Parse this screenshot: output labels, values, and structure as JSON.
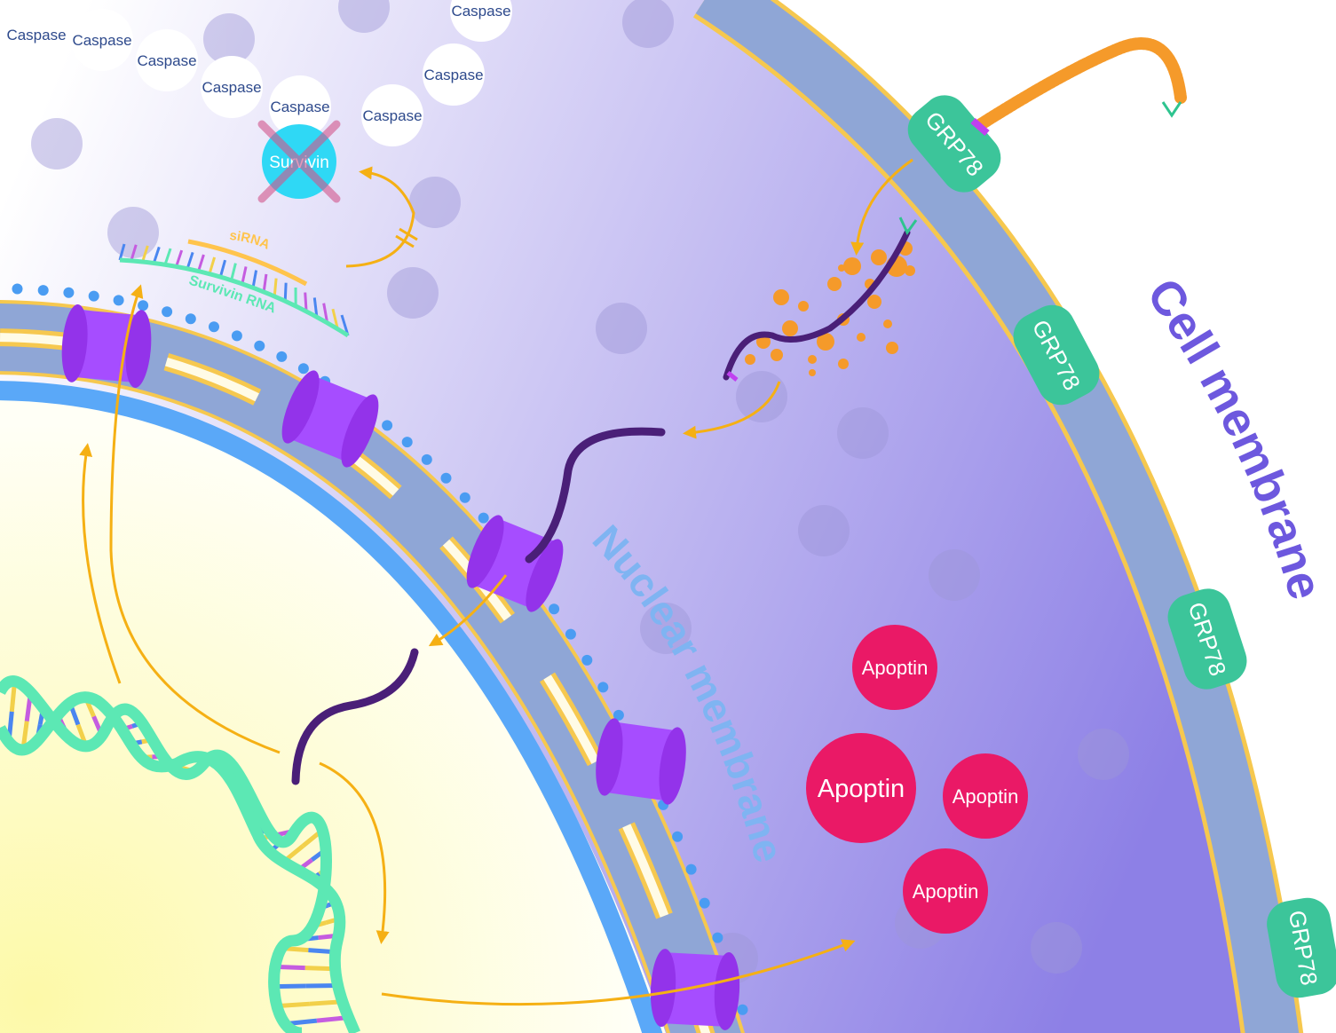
{
  "labels": {
    "cell_membrane": "Cell membrane",
    "nuclear_membrane": "Nuclear membrane",
    "sirna": "siRNA",
    "survivin_rna": "Survivin RNA",
    "survivin": "Survivin"
  },
  "caspases": [
    "Caspase",
    "Caspase",
    "Caspase",
    "Caspase",
    "Caspase",
    "Caspase",
    "Caspase",
    "Caspase"
  ],
  "grp78": [
    "GRP78",
    "GRP78",
    "GRP78",
    "GRP78"
  ],
  "apoptins": [
    "Apoptin",
    "Apoptin",
    "Apoptin",
    "Apoptin"
  ],
  "colors": {
    "cytoplasm": "#9b8ee8",
    "cell_membrane": "#8fa6d6",
    "membrane_edge": "#f6c84f",
    "nucleus": "#fffde0",
    "nuclear_membrane": "#8fa6d6",
    "nuclear_inner": "#5aa8f8",
    "pore": "#9333ea",
    "grp78": "#3cc59a",
    "apoptin": "#ea1966",
    "caspase": "#ffffff",
    "survivin": "#2fd8f5",
    "arrow": "#f5b014",
    "dna": "#5ce8b4",
    "rna_strand": "#4a1f78",
    "fiber": "#f59a2a"
  }
}
